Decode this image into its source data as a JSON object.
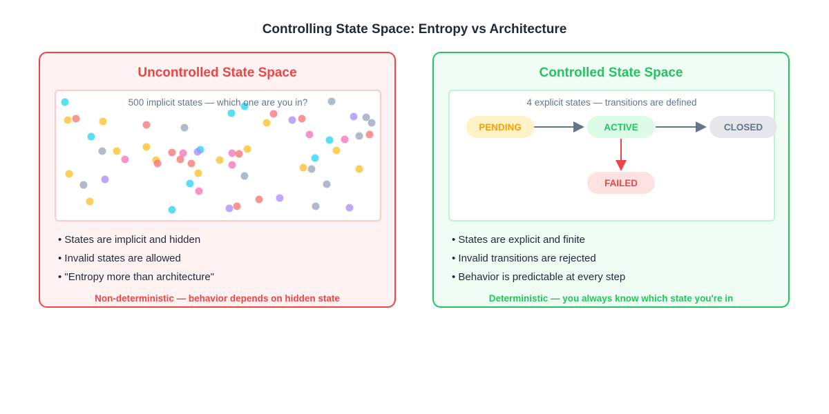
{
  "title": "Controlling State Space: Entropy vs Architecture",
  "left": {
    "title": "Uncontrolled State Space",
    "caption": "500 implicit states — which one are you in?",
    "bullets": [
      "• States are implicit and hidden",
      "• Invalid states are allowed",
      "• \"Entropy more than architecture\""
    ],
    "footer": "Non-deterministic — behavior depends on hidden state",
    "dot_colors": {
      "cyan": "#22d3ee",
      "orange": "#fbbf24",
      "red": "#f87171",
      "pink": "#f472b6",
      "purple": "#a78bfa",
      "gray": "#94a3b8"
    }
  },
  "right": {
    "title": "Controlled State Space",
    "caption": "4 explicit states — transitions are defined",
    "states": [
      {
        "label": "PENDING",
        "bg": "#fef3c7",
        "color": "#f59e0b"
      },
      {
        "label": "ACTIVE",
        "bg": "#dcfce7",
        "color": "#22c55e"
      },
      {
        "label": "CLOSED",
        "bg": "#e5e7eb",
        "color": "#64748b"
      },
      {
        "label": "FAILED",
        "bg": "#fee2e2",
        "color": "#ef4444"
      }
    ],
    "bullets": [
      "• States are explicit and finite",
      "• Invalid transitions are rejected",
      "• Behavior is predictable at every step"
    ],
    "footer": "Deterministic — you always know which state you're in"
  }
}
